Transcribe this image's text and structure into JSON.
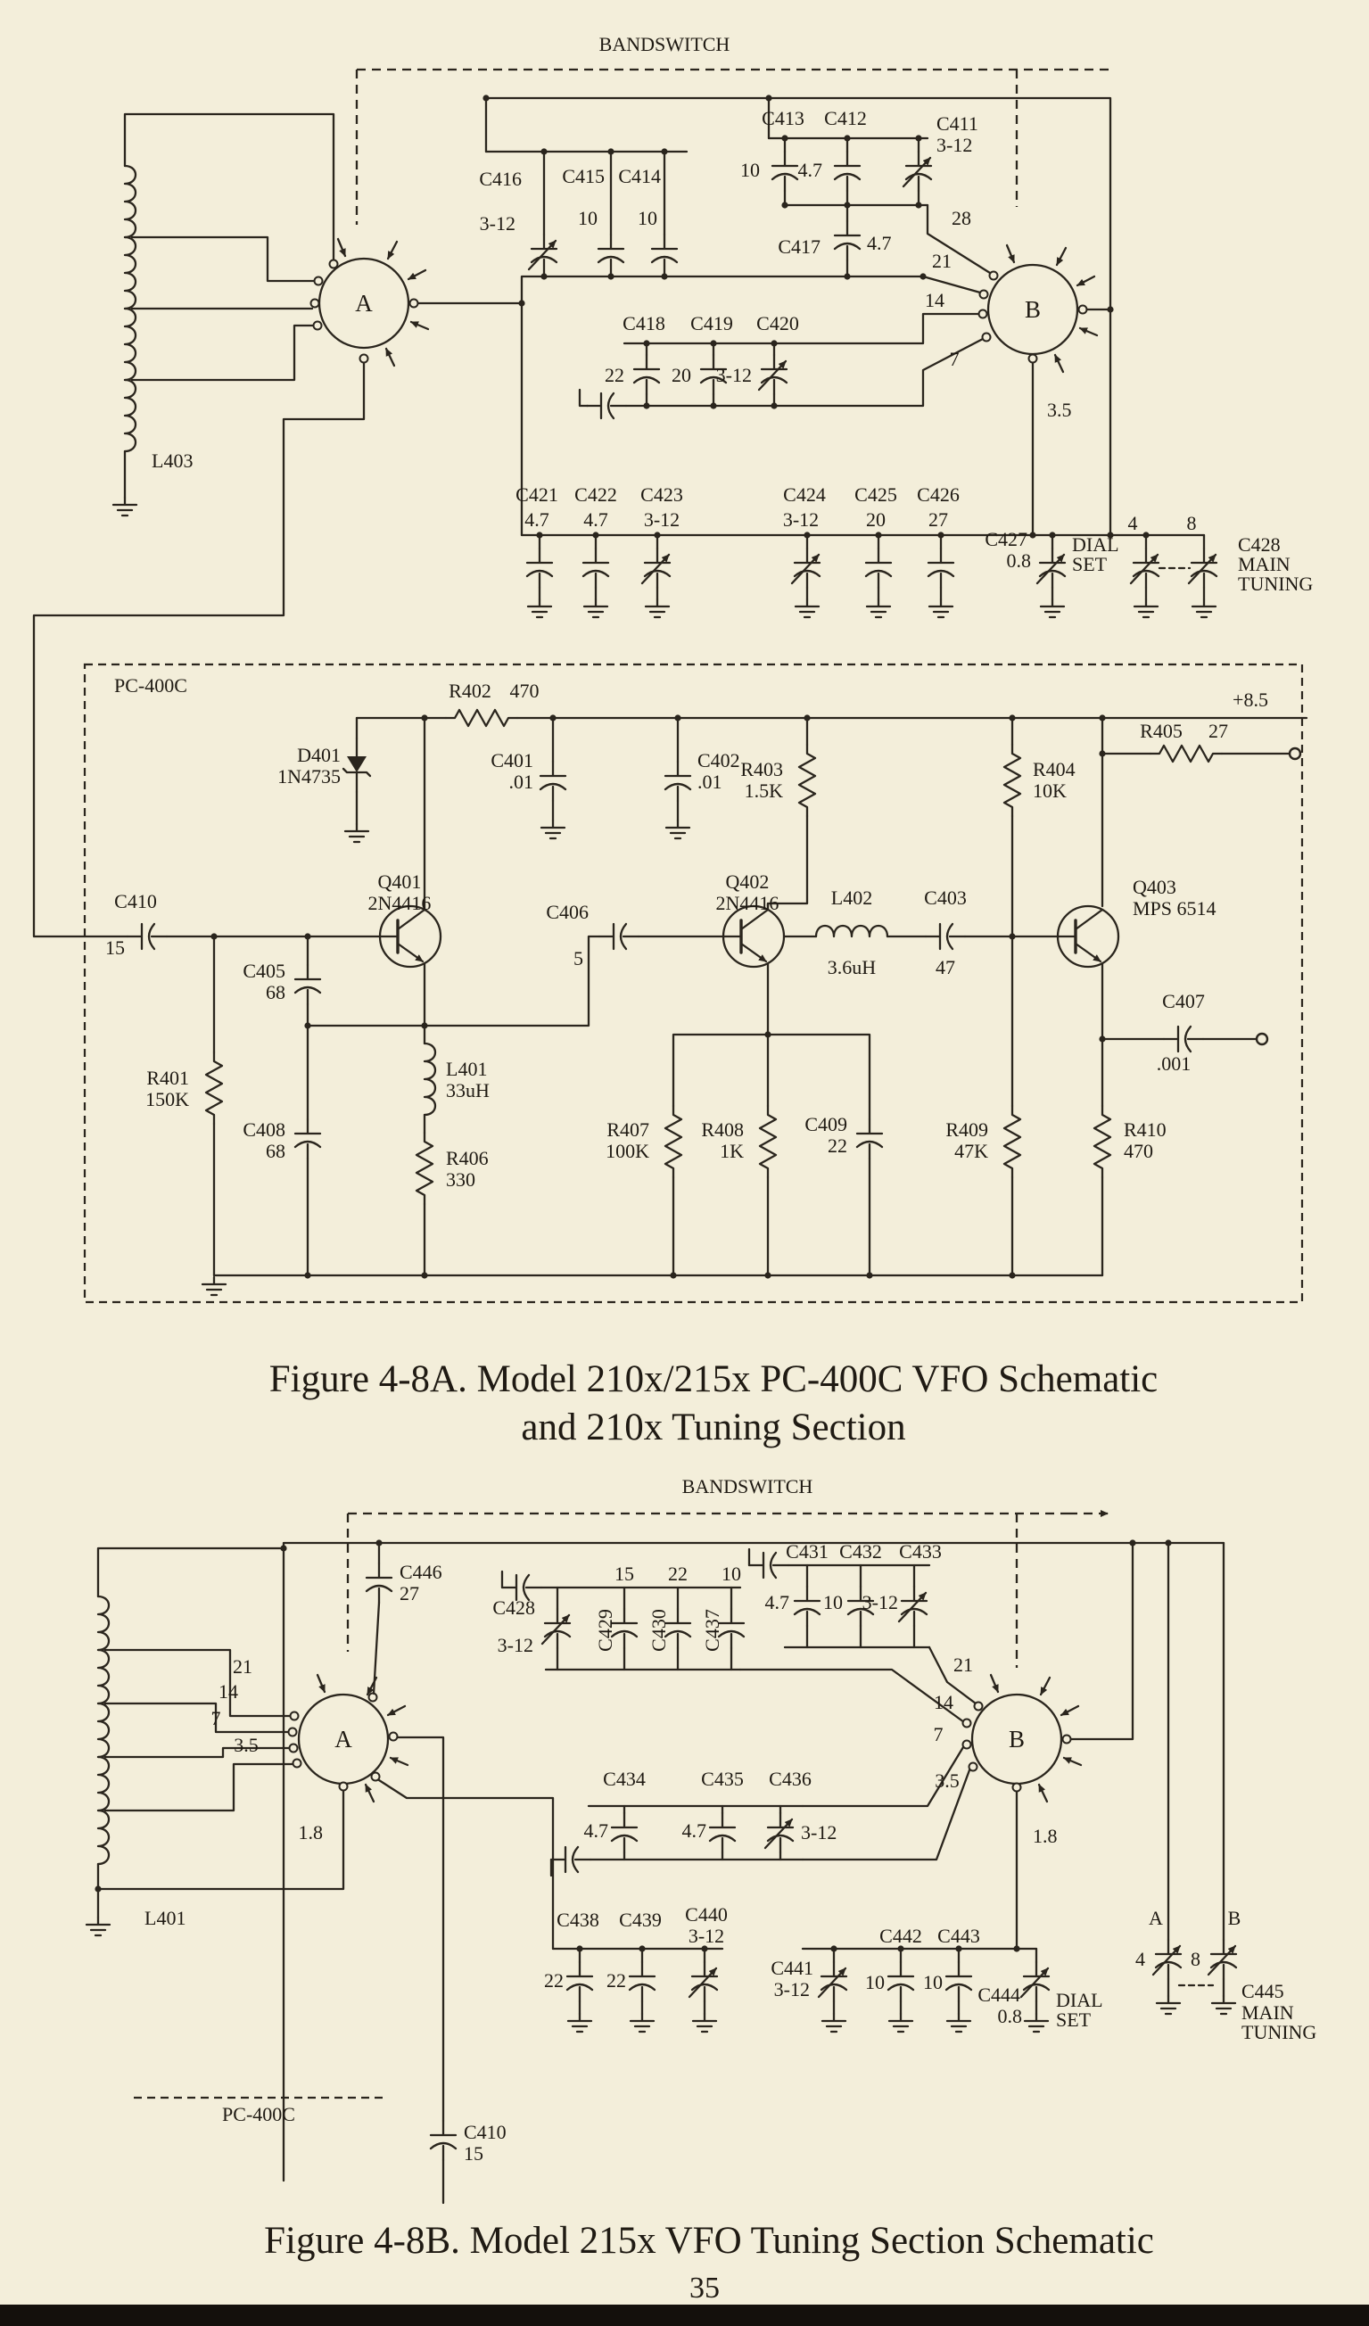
{
  "page": {
    "caption_a1": "Figure 4-8A. Model 210x/215x PC-400C VFO Schematic",
    "caption_a2": "and 210x Tuning Section",
    "caption_b": "Figure 4-8B. Model 215x VFO Tuning Section Schematic",
    "page_number": "35"
  },
  "a": {
    "bandswitch": "BANDSWITCH",
    "sw_a": "A",
    "sw_b": "B",
    "l403": "L403",
    "n28": "28",
    "n21": "21",
    "n14": "14",
    "n7": "7",
    "n35": "3.5",
    "c416r": "C416",
    "c416v": "3-12",
    "c415r": "C415",
    "c415v": "10",
    "c414r": "C414",
    "c414v": "10",
    "c413r": "C413",
    "c413v": "10",
    "c412r": "C412",
    "c412v": "4.7",
    "c411r": "C411",
    "c411v": "3-12",
    "c417r": "C417",
    "c417v": "4.7",
    "c418r": "C418",
    "c418v": "22",
    "c419r": "C419",
    "c419v": "20",
    "c420r": "C420",
    "c420v": "3-12",
    "c421r": "C421",
    "c421v": "4.7",
    "c422r": "C422",
    "c422v": "4.7",
    "c423r": "C423",
    "c423v": "3-12",
    "c424r": "C424",
    "c424v": "3-12",
    "c425r": "C425",
    "c425v": "20",
    "c426r": "C426",
    "c426v": "27",
    "c427r": "C427",
    "c427v": "0.8",
    "dial": "DIAL",
    "set": "SET",
    "s4": "4",
    "s8": "8",
    "c428r": "C428",
    "main": "MAIN",
    "tuning": "TUNING",
    "box": "PC-400C",
    "rail": "+8.5",
    "r402r": "R402",
    "r402v": "470",
    "r405r": "R405",
    "r405v": "27",
    "d401r": "D401",
    "d401v": "1N4735",
    "c401r": "C401",
    "c401v": ".01",
    "c402r": "C402",
    "c402v": ".01",
    "r403r": "R403",
    "r403v": "1.5K",
    "r404r": "R404",
    "r404v": "10K",
    "q401r": "Q401",
    "q401v": "2N4416",
    "q402r": "Q402",
    "q402v": "2N4416",
    "q403r": "Q403",
    "q403v": "MPS 6514",
    "l402r": "L402",
    "l402v": "3.6uH",
    "c403r": "C403",
    "c403v": "47",
    "c410r": "C410",
    "c410v": "15",
    "c405r": "C405",
    "c405v": "68",
    "c406r": "C406",
    "c406v": "5",
    "c407r": "C407",
    "c407v": ".001",
    "r401r": "R401",
    "r401v": "150K",
    "c408r": "C408",
    "c408v": "68",
    "l401r": "L401",
    "l401v": "33uH",
    "r406r": "R406",
    "r406v": "330",
    "r407r": "R407",
    "r407v": "100K",
    "r408r": "R408",
    "r408v": "1K",
    "c409r": "C409",
    "c409v": "22",
    "r409r": "R409",
    "r409v": "47K",
    "r410r": "R410",
    "r410v": "470"
  },
  "b": {
    "bandswitch": "BANDSWITCH",
    "sw_a": "A",
    "sw_b": "B",
    "l401": "L401",
    "box": "PC-400C",
    "a21": "21",
    "a14": "14",
    "a7": "7",
    "a35": "3.5",
    "a18": "1.8",
    "b21": "21",
    "b14": "14",
    "b7": "7",
    "b35": "3.5",
    "b18": "1.8",
    "c446r": "C446",
    "c446v": "27",
    "c428r": "C428",
    "c428v": "3-12",
    "c429r": "C429",
    "c429v": "15",
    "c430r": "C430",
    "c430v": "22",
    "c437r": "C437",
    "c437v": "10",
    "c431r": "C431",
    "c431v": "4.7",
    "c432r": "C432",
    "c432v": "10",
    "c433r": "C433",
    "c433v": "3-12",
    "c434r": "C434",
    "c434v": "4.7",
    "c435r": "C435",
    "c435v": "4.7",
    "c436r": "C436",
    "c436v": "3-12",
    "c438r": "C438",
    "c438v": "22",
    "c439r": "C439",
    "c439v": "22",
    "c440r": "C440",
    "c440v": "3-12",
    "c441r": "C441",
    "c441v": "3-12",
    "c442r": "C442",
    "c442v": "10",
    "c443r": "C443",
    "c443v": "10",
    "c444r": "C444",
    "c444v": "0.8",
    "dial": "DIAL",
    "set": "SET",
    "s4": "4",
    "s8": "8",
    "sa": "A",
    "sb": "B",
    "c445r": "C445",
    "main": "MAIN",
    "tuning": "TUNING",
    "c410r": "C410",
    "c410v": "15"
  }
}
